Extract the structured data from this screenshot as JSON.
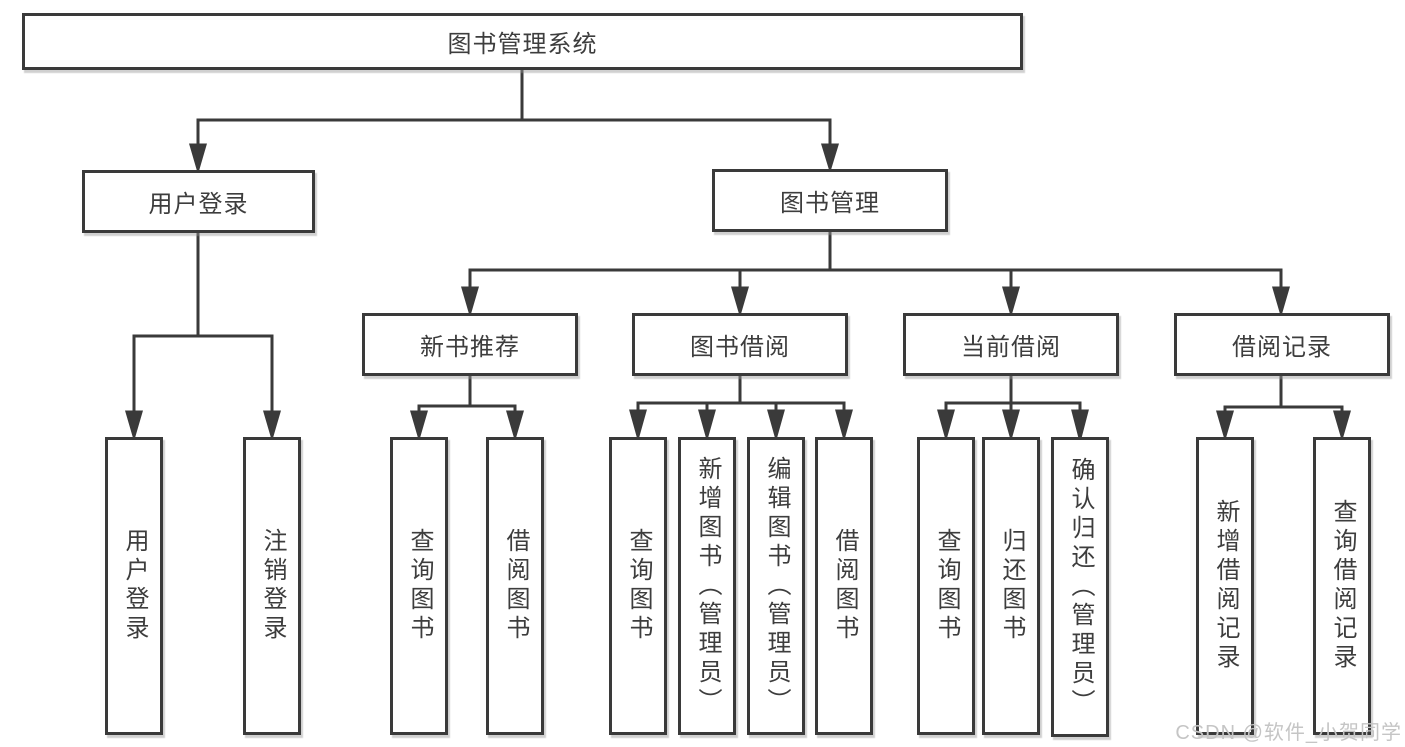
{
  "diagram": {
    "type": "tree",
    "title": "图书管理系统",
    "hierarchy": {
      "图书管理系统": {
        "用户登录": [
          "用户登录",
          "注销登录"
        ],
        "图书管理": {
          "新书推荐": [
            "查询图书",
            "借阅图书"
          ],
          "图书借阅": [
            "查询图书",
            "新增图书（管理员）",
            "编辑图书（管理员）",
            "借阅图书"
          ],
          "当前借阅": [
            "查询图书",
            "归还图书",
            "确认归还（管理员）"
          ],
          "借阅记录": [
            "新增借阅记录",
            "查询借阅记录"
          ]
        }
      }
    }
  },
  "nodes": {
    "root": "图书管理系统",
    "user_login": "用户登录",
    "book_mgmt": "图书管理",
    "new_book_rec": "新书推荐",
    "book_borrowing": "图书借阅",
    "current_borrowing": "当前借阅",
    "borrowing_records": "借阅记录",
    "leaf_user_login": "用户登录",
    "leaf_logout": "注销登录",
    "leaf_nbr_query_books": "查询图书",
    "leaf_nbr_borrow_books": "借阅图书",
    "leaf_bb_query_books": "查询图书",
    "leaf_bb_add_books": "新增图书（管理员）",
    "leaf_bb_edit_books": "编辑图书（管理员）",
    "leaf_bb_borrow_books": "借阅图书",
    "leaf_cb_query_books": "查询图书",
    "leaf_cb_return_books": "归还图书",
    "leaf_cb_confirm_return": "确认归还（管理员）",
    "leaf_br_add_record": "新增借阅记录",
    "leaf_br_query_record": "查询借阅记录"
  },
  "watermark": {
    "text": "CSDN @软件_小贺同学"
  },
  "colors": {
    "line": "#3a3a3a",
    "box_border": "#3a3a3a",
    "text": "#3d3d3d",
    "watermark": "#c5c5c5",
    "background": "#ffffff"
  }
}
